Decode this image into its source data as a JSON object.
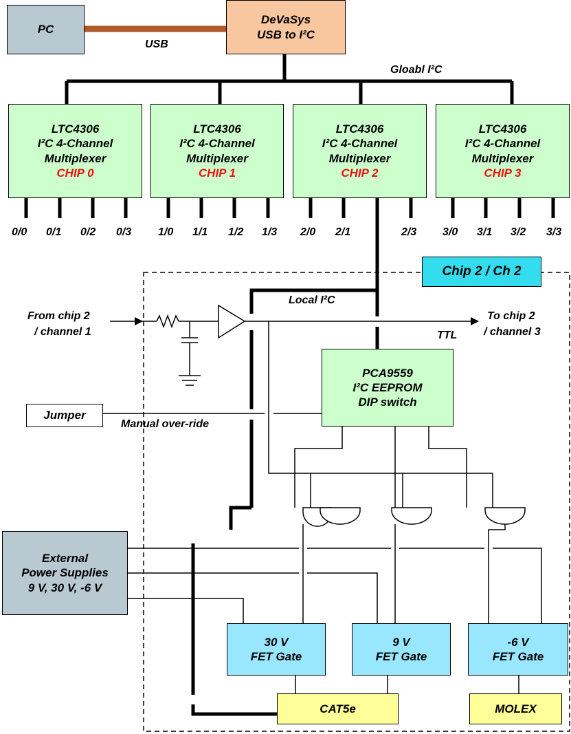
{
  "pc": "PC",
  "usb": "USB",
  "devasys": {
    "line1": "DeVaSys",
    "line2": "USB to I²C"
  },
  "global_bus": "Gloabl I²C",
  "mux_chips": [
    {
      "line1": "LTC4306",
      "line2": "I²C 4-Channel",
      "line3": "Multiplexer",
      "chip": "CHIP 0",
      "ports": [
        "0/0",
        "0/1",
        "0/2",
        "0/3"
      ]
    },
    {
      "line1": "LTC4306",
      "line2": "I²C 4-Channel",
      "line3": "Multiplexer",
      "chip": "CHIP 1",
      "ports": [
        "1/0",
        "1/1",
        "1/2",
        "1/3"
      ]
    },
    {
      "line1": "LTC4306",
      "line2": "I²C 4-Channel",
      "line3": "Multiplexer",
      "chip": "CHIP 2",
      "ports": [
        "2/0",
        "2/1",
        "",
        "2/3"
      ]
    },
    {
      "line1": "LTC4306",
      "line2": "I²C 4-Channel",
      "line3": "Multiplexer",
      "chip": "CHIP 3",
      "ports": [
        "3/0",
        "3/1",
        "3/2",
        "3/3"
      ]
    }
  ],
  "chip_ch_label": "Chip 2 / Ch 2",
  "local_bus": "Local I²C",
  "from_chip": {
    "line1": "From chip 2",
    "line2": "/ channel 1"
  },
  "to_chip": {
    "line1": "To chip 2",
    "line2": "/ channel 3"
  },
  "ttl": "TTL",
  "pca": {
    "line1": "PCA9559",
    "line2": "I²C EEPROM",
    "line3": "DIP switch"
  },
  "jumper": "Jumper",
  "manual_override": "Manual over-ride",
  "ext_power": {
    "line1": "External",
    "line2": "Power Supplies",
    "line3": "9 V, 30 V, -6 V"
  },
  "fets": [
    {
      "line1": "30 V",
      "line2": "FET Gate"
    },
    {
      "line1": "9 V",
      "line2": "FET Gate"
    },
    {
      "line1": "-6 V",
      "line2": "FET Gate"
    }
  ],
  "cat5e": "CAT5e",
  "molex": "MOLEX",
  "colors": {
    "mux": "#ccffcc",
    "fet": "#99e6ff",
    "connector": "#ffff99",
    "cable": "#b05a2a",
    "chip_label": "#ee1111",
    "chip_tag": "#33ddee"
  }
}
